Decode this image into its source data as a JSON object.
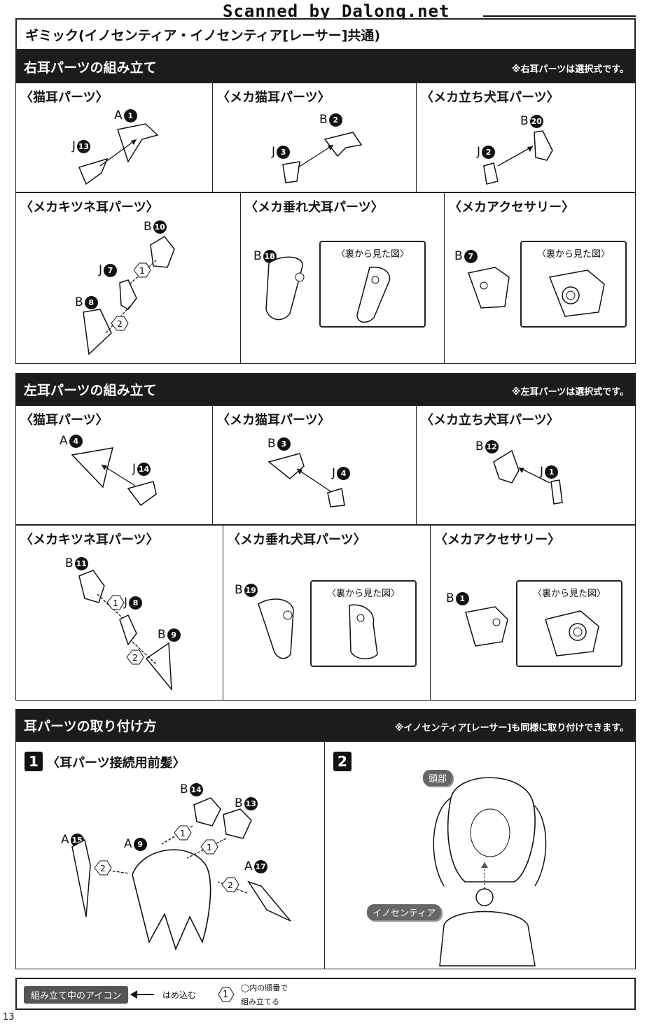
{
  "scanner": "Scanned by Dalong.net",
  "page_title": "ギミック(イノセンティア・イノセンティア[レーサー]共通)",
  "right_section": {
    "title": "右耳パーツの組み立て",
    "note": "※右耳パーツは選択式です。"
  },
  "left_section": {
    "title": "左耳パーツの組み立て",
    "note": "※左耳パーツは選択式です。"
  },
  "attach_section": {
    "title": "耳パーツの取り付け方",
    "note": "※イノセンティア[レーサー]も同様に取り付けできます。"
  },
  "cells": {
    "cat": "〈猫耳パーツ〉",
    "mecha_cat": "〈メカ猫耳パーツ〉",
    "mecha_dog": "〈メカ立ち犬耳パーツ〉",
    "fox": "〈メカキツネ耳パーツ〉",
    "droop": "〈メカ垂れ犬耳パーツ〉",
    "acc": "〈メカアクセサリー〉",
    "back_view": "〈裏から見た図〉"
  },
  "parts": {
    "r_cat_a": {
      "l": "A",
      "n": "1"
    },
    "r_cat_j": {
      "l": "J",
      "n": "13"
    },
    "r_mcat_b": {
      "l": "B",
      "n": "2"
    },
    "r_mcat_j": {
      "l": "J",
      "n": "3"
    },
    "r_mdog_b": {
      "l": "B",
      "n": "20"
    },
    "r_mdog_j": {
      "l": "J",
      "n": "2"
    },
    "r_fox_b1": {
      "l": "B",
      "n": "10"
    },
    "r_fox_j": {
      "l": "J",
      "n": "7"
    },
    "r_fox_b2": {
      "l": "B",
      "n": "8"
    },
    "r_droop_b": {
      "l": "B",
      "n": "18"
    },
    "r_acc_b": {
      "l": "B",
      "n": "7"
    },
    "l_cat_a": {
      "l": "A",
      "n": "4"
    },
    "l_cat_j": {
      "l": "J",
      "n": "14"
    },
    "l_mcat_b": {
      "l": "B",
      "n": "3"
    },
    "l_mcat_j": {
      "l": "J",
      "n": "4"
    },
    "l_mdog_b": {
      "l": "B",
      "n": "12"
    },
    "l_mdog_j": {
      "l": "J",
      "n": "1"
    },
    "l_fox_b1": {
      "l": "B",
      "n": "11"
    },
    "l_fox_j": {
      "l": "J",
      "n": "8"
    },
    "l_fox_b2": {
      "l": "B",
      "n": "9"
    },
    "l_droop_b": {
      "l": "B",
      "n": "19"
    },
    "l_acc_b": {
      "l": "B",
      "n": "1"
    },
    "s1_b14": {
      "l": "B",
      "n": "14"
    },
    "s1_b13": {
      "l": "B",
      "n": "13"
    },
    "s1_a15": {
      "l": "A",
      "n": "15"
    },
    "s1_a9": {
      "l": "A",
      "n": "9"
    },
    "s1_a17": {
      "l": "A",
      "n": "17"
    }
  },
  "steps": {
    "one": "1",
    "two": "2"
  },
  "step1_label": "〈耳パーツ接続用前髪〉",
  "step2": {
    "head": "頭部",
    "body": "イノセンティア"
  },
  "legend": {
    "badge": "組み立て中のアイコン",
    "arrow_text": "はめ込む",
    "order_num": "1",
    "order_text_1": "◯内の順番で",
    "order_text_2": "組み立てる"
  },
  "page_number": "13"
}
